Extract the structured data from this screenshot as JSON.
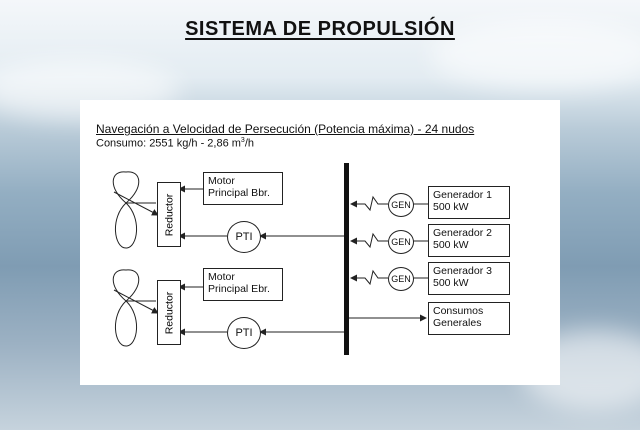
{
  "title": "SISTEMA  DE  PROPULSIÓN",
  "diagram": {
    "heading": "Navegación a Velocidad de Persecución (Potencia máxima) - 24 nudos",
    "consumo_prefix": "Consumo: 2551 kg/h - 2,86 m",
    "consumo_sup": "3",
    "consumo_suffix": "/h",
    "propulsion_lines": [
      {
        "reductor": "Reductor",
        "motor_line1": "Motor",
        "motor_line2": "Principal Bbr.",
        "pti": "PTI"
      },
      {
        "reductor": "Reductor",
        "motor_line1": "Motor",
        "motor_line2": "Principal Ebr.",
        "pti": "PTI"
      }
    ],
    "generators": [
      {
        "gen": "GEN",
        "name": "Generador 1",
        "power": "500 kW"
      },
      {
        "gen": "GEN",
        "name": "Generador 2",
        "power": "500 kW"
      },
      {
        "gen": "GEN",
        "name": "Generador 3",
        "power": "500 kW"
      }
    ],
    "consumos_line1": "Consumos",
    "consumos_line2": "Generales"
  },
  "colors": {
    "line": "#222222",
    "panel": "#ffffff"
  }
}
